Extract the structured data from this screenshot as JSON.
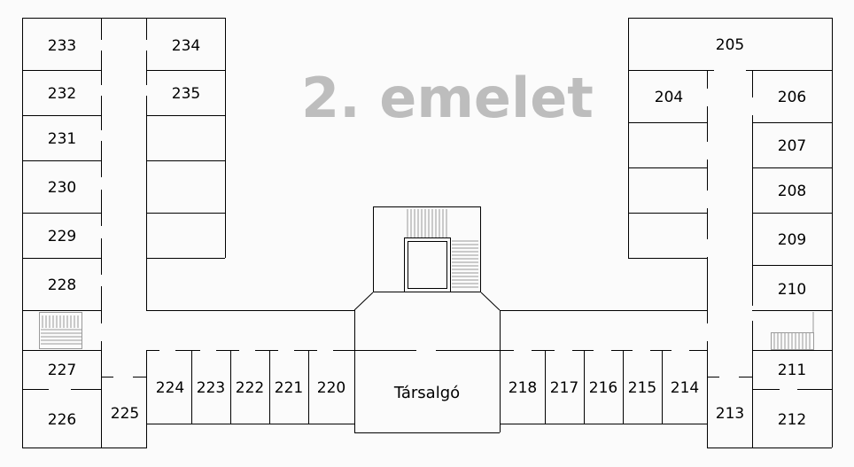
{
  "floor_title": "2. emelet",
  "lounge_label": "Társalgó",
  "rooms": {
    "r205": "205",
    "r204": "204",
    "r206": "206",
    "r207": "207",
    "r208": "208",
    "r209": "209",
    "r210": "210",
    "r211": "211",
    "r212": "212",
    "r213": "213",
    "r214": "214",
    "r215": "215",
    "r216": "216",
    "r217": "217",
    "r218": "218",
    "r220": "220",
    "r221": "221",
    "r222": "222",
    "r223": "223",
    "r224": "224",
    "r225": "225",
    "r226": "226",
    "r227": "227",
    "r228": "228",
    "r229": "229",
    "r230": "230",
    "r231": "231",
    "r232": "232",
    "r233": "233",
    "r234": "234",
    "r235": "235"
  },
  "colors": {
    "wall": "#000000",
    "stair": "#999999",
    "title": "#bdbdbd",
    "background": "#fbfbfb"
  }
}
